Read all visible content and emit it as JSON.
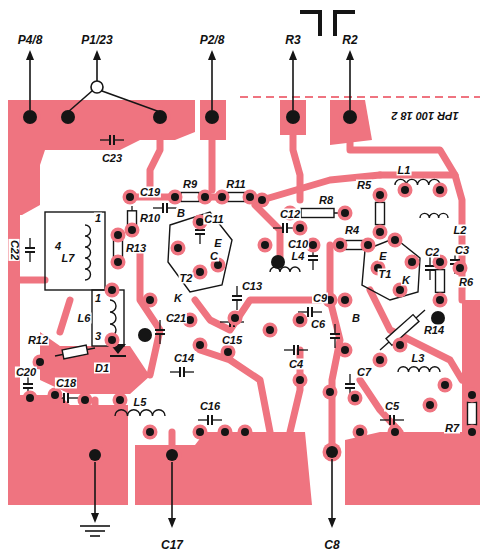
{
  "diagram": {
    "labels": [
      "P4/8",
      "P1/23",
      "P2/8",
      "R3",
      "R2",
      "1PR 100 18 2",
      "C23",
      "C22",
      "C19",
      "R9",
      "R11",
      "R8",
      "R5",
      "L1",
      "R10",
      "B",
      "C11",
      "C12",
      "C10",
      "R4",
      "L2",
      "C2",
      "C3",
      "L7",
      "1",
      "4",
      "R13",
      "E",
      "C",
      "L4",
      "T2",
      "C13",
      "K",
      "E",
      "T1",
      "K",
      "R6",
      "L6",
      "1",
      "3",
      "C21",
      "C15",
      "C9",
      "C6",
      "B",
      "R14",
      "R12",
      "D1",
      "C14",
      "C4",
      "C7",
      "L3",
      "C20",
      "L5",
      "C18",
      "C16",
      "C5",
      "R7",
      "C17",
      "C8"
    ]
  }
}
